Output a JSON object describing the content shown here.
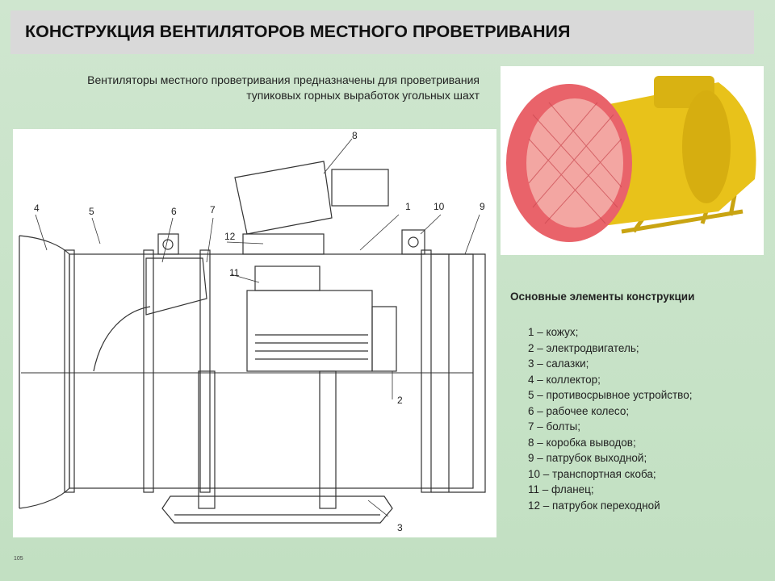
{
  "header": {
    "title": "КОНСТРУКЦИЯ ВЕНТИЛЯТОРОВ МЕСТНОГО ПРОВЕТРИВАНИЯ"
  },
  "intro": {
    "line1": "Вентиляторы местного проветривания предназначены для проветривания",
    "line2": "тупиковых горных выработок угольных шахт"
  },
  "drawing": {
    "callouts": [
      "4",
      "5",
      "6",
      "7",
      "8",
      "12",
      "11",
      "1",
      "10",
      "9",
      "2",
      "3"
    ]
  },
  "photo": {
    "fan_color": "#e8c21a",
    "intake_color": "#e9636a"
  },
  "components": {
    "heading": "Основные элементы конструкции",
    "items": [
      "1   – кожух;",
      "2   – электродвигатель;",
      "3   – салазки;",
      "4   – коллектор;",
      "5   – противосрывное устройство;",
      "6   – рабочее колесо;",
      "7   – болты;",
      "8   – коробка выводов;",
      "9   – патрубок выходной;",
      "10   – транспортная скоба;",
      "11   – фланец;",
      "12   – патрубок переходной"
    ]
  },
  "footer": {
    "slide_number": "105"
  }
}
